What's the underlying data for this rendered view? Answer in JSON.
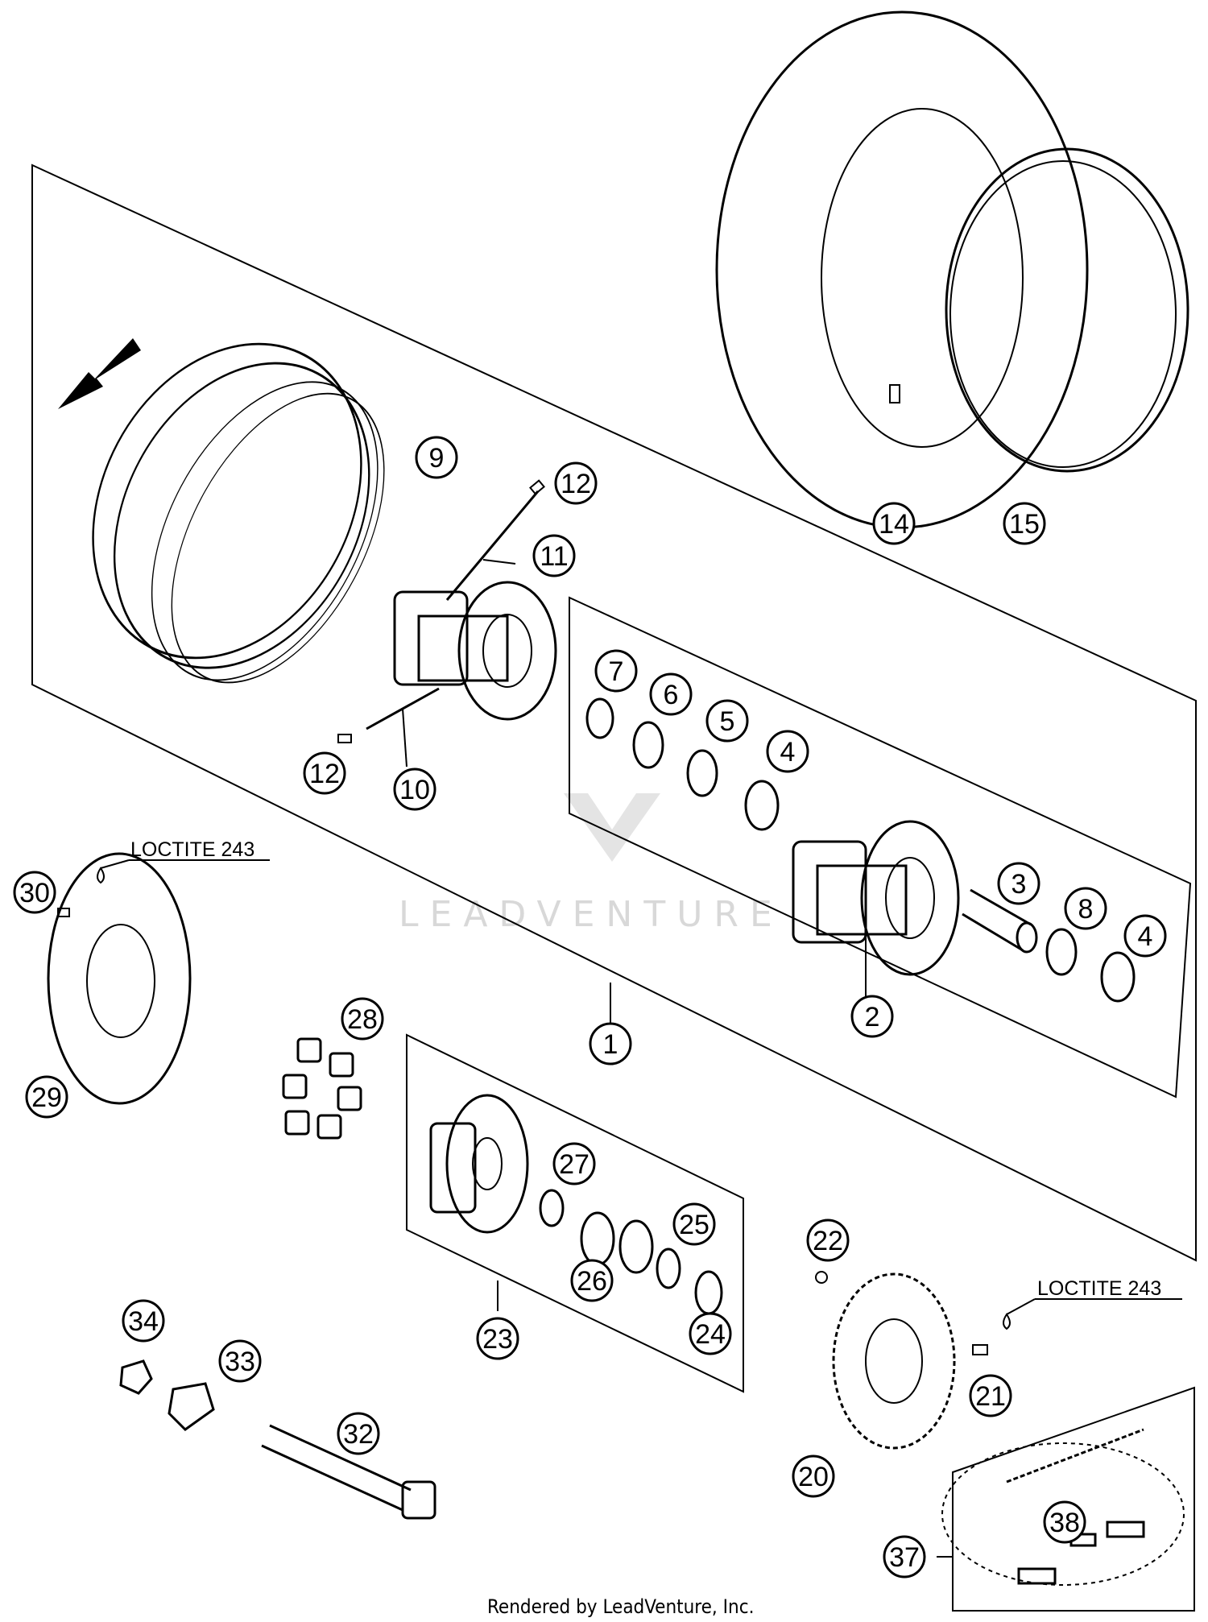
{
  "callouts": [
    {
      "id": "c1",
      "label": "1"
    },
    {
      "id": "c2",
      "label": "2"
    },
    {
      "id": "c3",
      "label": "3"
    },
    {
      "id": "c4a",
      "label": "4"
    },
    {
      "id": "c4b",
      "label": "4"
    },
    {
      "id": "c5",
      "label": "5"
    },
    {
      "id": "c6",
      "label": "6"
    },
    {
      "id": "c7",
      "label": "7"
    },
    {
      "id": "c8",
      "label": "8"
    },
    {
      "id": "c9",
      "label": "9"
    },
    {
      "id": "c10",
      "label": "10"
    },
    {
      "id": "c11",
      "label": "11"
    },
    {
      "id": "c12a",
      "label": "12"
    },
    {
      "id": "c12b",
      "label": "12"
    },
    {
      "id": "c14",
      "label": "14"
    },
    {
      "id": "c15",
      "label": "15"
    },
    {
      "id": "c20",
      "label": "20"
    },
    {
      "id": "c21",
      "label": "21"
    },
    {
      "id": "c22",
      "label": "22"
    },
    {
      "id": "c23",
      "label": "23"
    },
    {
      "id": "c24",
      "label": "24"
    },
    {
      "id": "c25",
      "label": "25"
    },
    {
      "id": "c26",
      "label": "26"
    },
    {
      "id": "c27",
      "label": "27"
    },
    {
      "id": "c28",
      "label": "28"
    },
    {
      "id": "c29",
      "label": "29"
    },
    {
      "id": "c30",
      "label": "30"
    },
    {
      "id": "c32",
      "label": "32"
    },
    {
      "id": "c33",
      "label": "33"
    },
    {
      "id": "c34",
      "label": "34"
    },
    {
      "id": "c37",
      "label": "37"
    },
    {
      "id": "c38",
      "label": "38"
    }
  ],
  "notes": {
    "loctite_disc": "LOCTITE 243",
    "loctite_sprocket": "LOCTITE 243"
  },
  "watermark": "LEADVENTURE",
  "footer": "Rendered by LeadVenture, Inc."
}
